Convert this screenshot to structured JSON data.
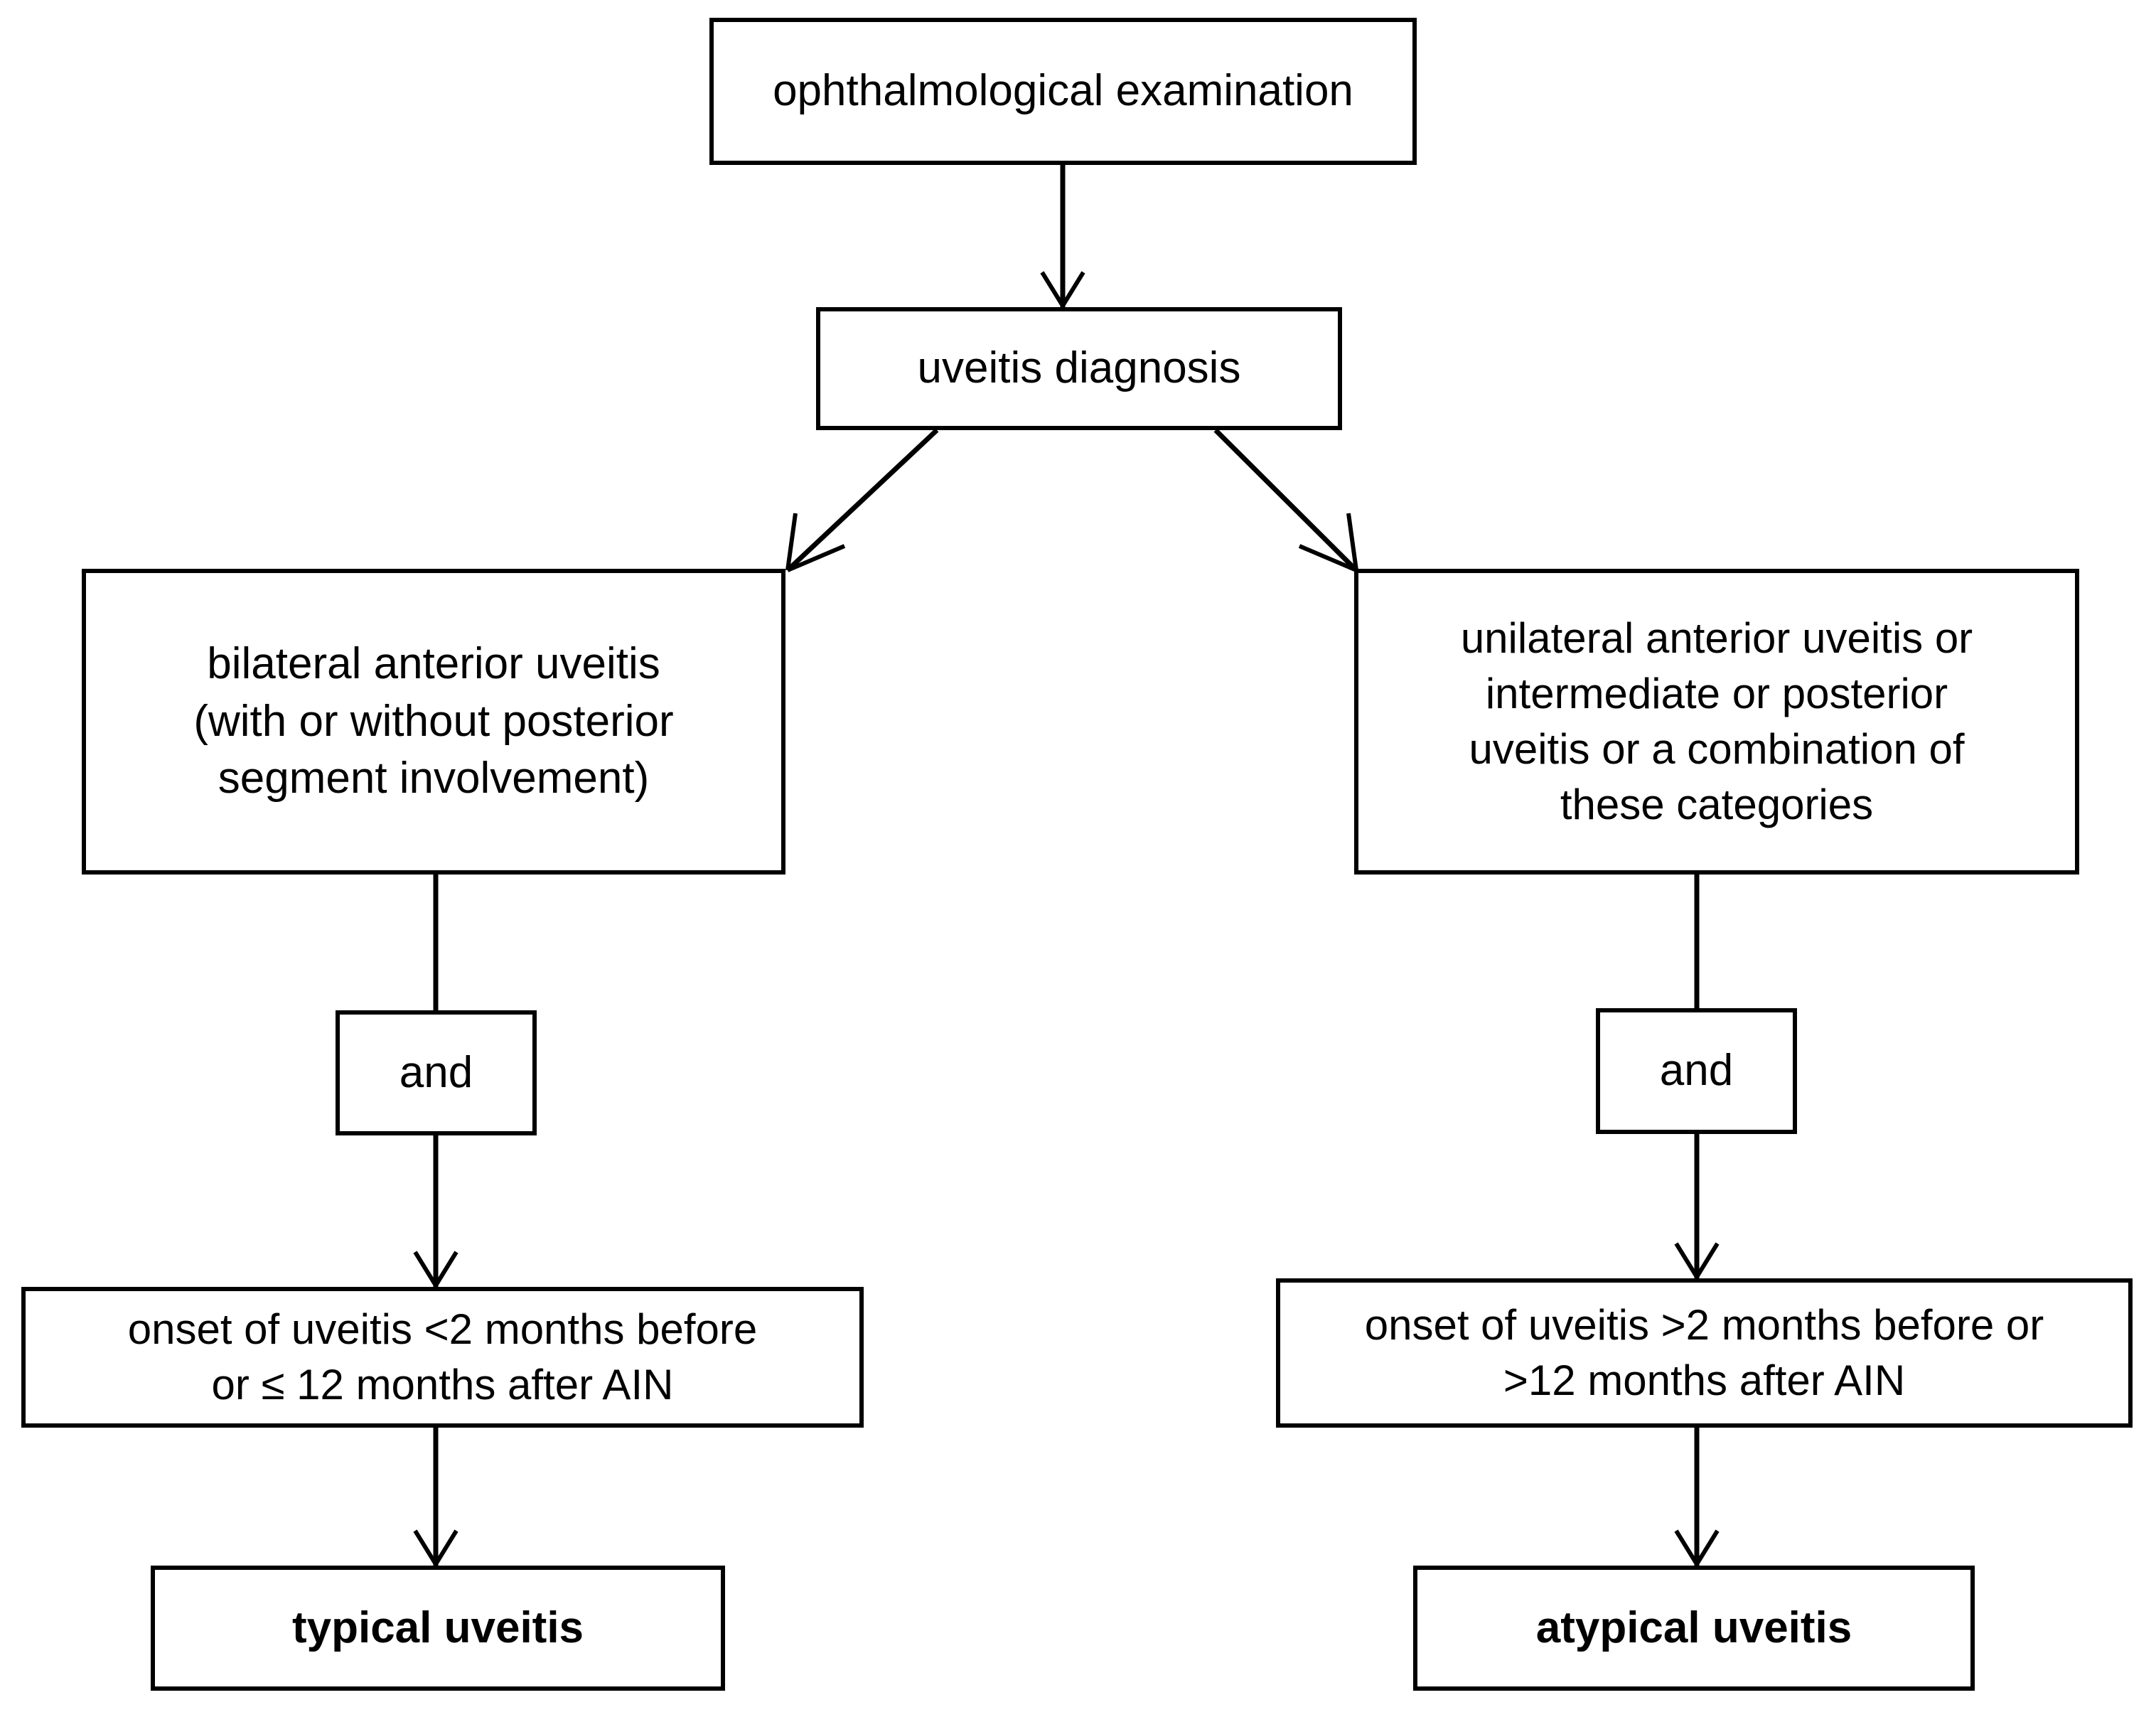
{
  "diagram": {
    "type": "flowchart",
    "title": "uveitis classification flowchart",
    "orientation": "top-down",
    "background_color": "#ffffff",
    "line_color": "#000000",
    "text_color": "#000000"
  },
  "nodes": {
    "exam": {
      "id": "exam",
      "label": "ophthalmological examination",
      "shape": "rectangle",
      "bold": false
    },
    "diagnosis": {
      "id": "diagnosis",
      "label": "uveitis diagnosis",
      "shape": "rectangle",
      "bold": false
    },
    "bilateral": {
      "id": "bilateral",
      "label": "bilateral anterior uveitis\n(with or without posterior\nsegment involvement)",
      "shape": "rectangle",
      "bold": false
    },
    "unilateral": {
      "id": "unilateral",
      "label": "unilateral anterior uveitis or\nintermediate or posterior\nuveitis or a combination of\nthese categories",
      "shape": "rectangle",
      "bold": false
    },
    "and_left": {
      "id": "and_left",
      "label": "and",
      "shape": "rectangle",
      "bold": false
    },
    "and_right": {
      "id": "and_right",
      "label": "and",
      "shape": "rectangle",
      "bold": false
    },
    "onset_left": {
      "id": "onset_left",
      "label": "onset of uveitis <2 months before\nor ≤ 12 months after AIN",
      "shape": "rectangle",
      "bold": false
    },
    "onset_right": {
      "id": "onset_right",
      "label": "onset of uveitis >2 months before or\n>12 months after AIN",
      "shape": "rectangle",
      "bold": false
    },
    "typical": {
      "id": "typical",
      "label": "typical uveitis",
      "shape": "rectangle",
      "bold": true
    },
    "atypical": {
      "id": "atypical",
      "label": "atypical uveitis",
      "shape": "rectangle",
      "bold": true
    }
  },
  "edges": [
    {
      "from": "exam",
      "to": "diagnosis",
      "style": "straight-vertical",
      "arrowhead": true
    },
    {
      "from": "diagnosis",
      "to": "bilateral",
      "style": "diagonal-left",
      "arrowhead": true
    },
    {
      "from": "diagnosis",
      "to": "unilateral",
      "style": "diagonal-right",
      "arrowhead": true
    },
    {
      "from": "bilateral",
      "to": "and_left",
      "style": "straight-vertical",
      "arrowhead": false
    },
    {
      "from": "and_left",
      "to": "onset_left",
      "style": "straight-vertical",
      "arrowhead": true
    },
    {
      "from": "onset_left",
      "to": "typical",
      "style": "straight-vertical",
      "arrowhead": true
    },
    {
      "from": "unilateral",
      "to": "and_right",
      "style": "straight-vertical",
      "arrowhead": false
    },
    {
      "from": "and_right",
      "to": "onset_right",
      "style": "straight-vertical",
      "arrowhead": true
    },
    {
      "from": "onset_right",
      "to": "atypical",
      "style": "straight-vertical",
      "arrowhead": true
    }
  ]
}
